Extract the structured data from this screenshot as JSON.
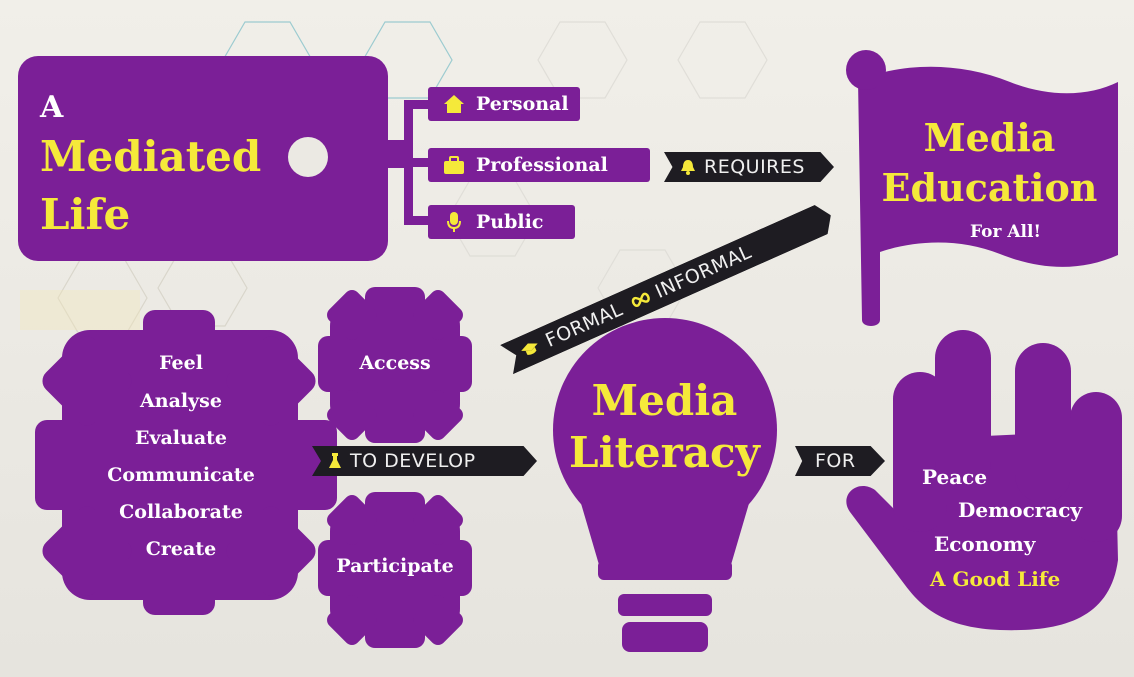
{
  "tag": {
    "a": "A",
    "mediated": "Mediated",
    "life": "Life"
  },
  "branches": [
    {
      "label": "Personal",
      "icon": "house-icon"
    },
    {
      "label": "Professional",
      "icon": "briefcase-icon"
    },
    {
      "label": "Public",
      "icon": "microphone-icon"
    }
  ],
  "requires": {
    "label": "REQUIRES",
    "icon": "bell-icon"
  },
  "flag": {
    "line1": "Media",
    "line2": "Education",
    "line3": "For All!"
  },
  "formal": {
    "formal": "FORMAL",
    "informal": "INFORMAL",
    "icon1": "graduation-cap-icon",
    "icon2": "infinity-icon"
  },
  "big_gear": {
    "words": [
      "Feel",
      "Analyse",
      "Evaluate",
      "Communicate",
      "Collaborate",
      "Create"
    ]
  },
  "small_gears": {
    "access": "Access",
    "participate": "Participate"
  },
  "develop": {
    "label": "TO DEVELOP",
    "icon": "flask-icon"
  },
  "bulb": {
    "line1": "Media",
    "line2": "Literacy"
  },
  "for": {
    "label": "FOR"
  },
  "hand": {
    "words": [
      "Peace",
      "Democracy",
      "Economy",
      "A Good Life"
    ]
  },
  "colors": {
    "purple": "#7b1f97",
    "yellow": "#f5e93a",
    "banner": "#1e1c22",
    "background": "#ebe9e3"
  }
}
